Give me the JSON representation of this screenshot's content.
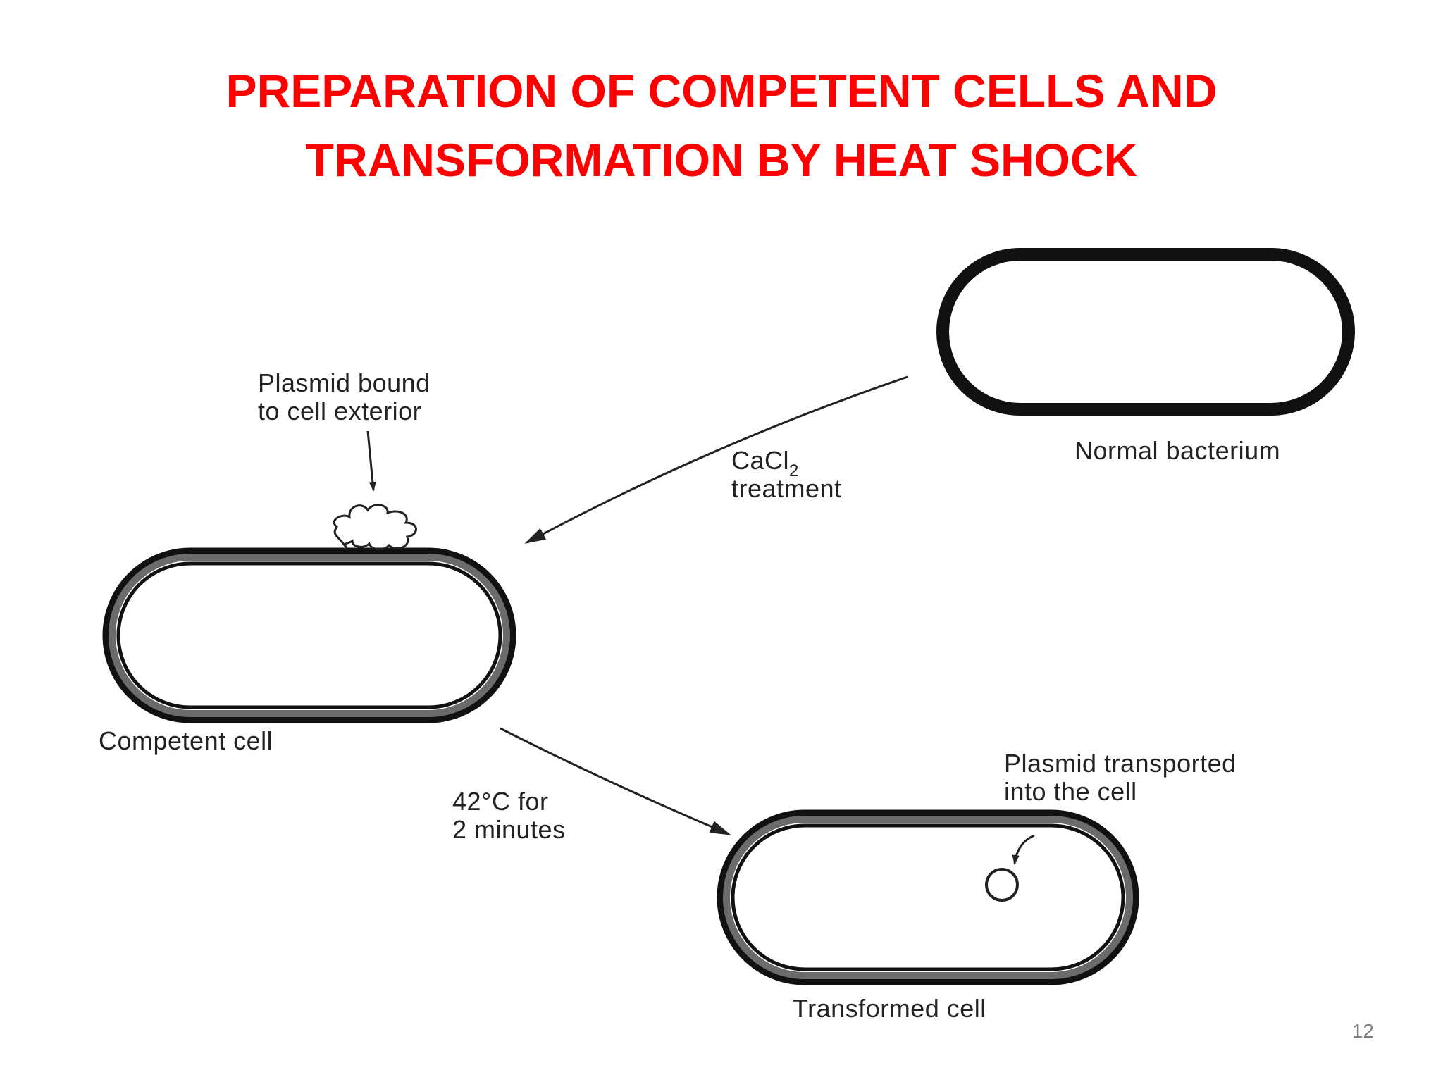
{
  "slide": {
    "title_line1": "PREPARATION OF COMPETENT CELLS AND",
    "title_line2": "TRANSFORMATION BY HEAT SHOCK",
    "number": "12",
    "title_color": "#ff0000"
  },
  "diagram": {
    "normal_bacterium": "Normal bacterium",
    "treatment_line1": "CaCl",
    "treatment_sub": "2",
    "treatment_line2": "treatment",
    "plasmid_bound_line1": "Plasmid bound",
    "plasmid_bound_line2": "to cell exterior",
    "competent_cell": "Competent cell",
    "heat_line1": "42°C for",
    "heat_line2": "2 minutes",
    "plasmid_transported_line1": "Plasmid transported",
    "plasmid_transported_line2": "into the cell",
    "transformed_cell": "Transformed cell"
  }
}
